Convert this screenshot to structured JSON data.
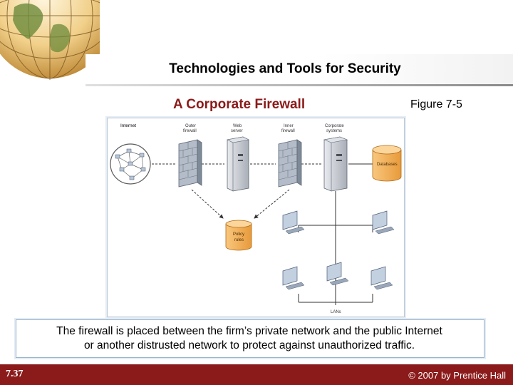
{
  "slide": {
    "title": "Technologies and Tools for Security",
    "subtitle": "A Corporate Firewall",
    "figure_label": "Figure 7-5",
    "caption_line1": "The firewall is placed between the firm’s private network and the public Internet",
    "caption_line2": "or another distrusted network to protect against unauthorized traffic.",
    "slide_number": "7.37",
    "copyright": "© 2007 by Prentice Hall"
  },
  "diagram": {
    "labels": {
      "internet": "Internet",
      "outer_firewall_1": "Outer",
      "outer_firewall_2": "firewall",
      "web_server_1": "Web",
      "web_server_2": "server",
      "inner_firewall_1": "Inner",
      "inner_firewall_2": "firewall",
      "corporate_systems_1": "Corporate",
      "corporate_systems_2": "systems",
      "databases": "Databases",
      "policy_rules_1": "Policy",
      "policy_rules_2": "rules",
      "lans": "LANs"
    }
  },
  "colors": {
    "brand_red": "#8b1a1a",
    "database_orange": "#f5b05a",
    "server_gray": "#c9ccd2",
    "firewall_brick": "#9aa6b4",
    "monitor_blue": "#8fa7c4"
  }
}
